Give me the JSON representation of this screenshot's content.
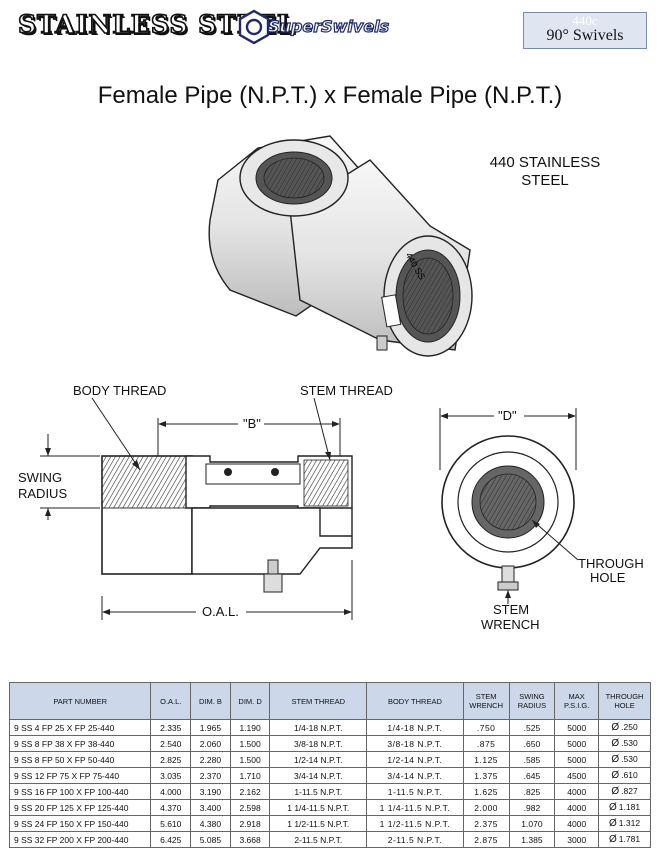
{
  "header": {
    "brand_left": "STAINLESS STEEL",
    "brand_right": "SuperSwivels",
    "series_code": "440c",
    "series_name": "90° Swivels"
  },
  "title": "Female Pipe (N.P.T.) x Female Pipe (N.P.T.)",
  "material": {
    "line1": "440 STAINLESS",
    "line2": "STEEL"
  },
  "diagram_labels": {
    "body_thread": "BODY THREAD",
    "stem_thread": "STEM THREAD",
    "b_dim": "\"B\"",
    "d_dim": "\"D\"",
    "swing_radius_1": "SWING",
    "swing_radius_2": "RADIUS",
    "oal": "O.A.L.",
    "through_hole_1": "THROUGH",
    "through_hole_2": "HOLE",
    "stem_wrench_1": "STEM",
    "stem_wrench_2": "WRENCH",
    "part_marking": "440 SS"
  },
  "table": {
    "headers": [
      "PART NUMBER",
      "O.A.L.",
      "DIM. B",
      "DIM. D",
      "STEM THREAD",
      "BODY THREAD",
      "STEM WRENCH",
      "SWING RADIUS",
      "MAX P.S.I.G.",
      "THROUGH HOLE"
    ],
    "diameter_symbol": "Ø",
    "rows": [
      [
        "9 SS 4 FP 25 X FP 25-440",
        "2.335",
        "1.965",
        "1.190",
        "1/4-18 N.P.T.",
        "1/4-18 N.P.T.",
        ".750",
        ".525",
        "5000",
        ".250"
      ],
      [
        "9 SS 8 FP 38 X FP 38-440",
        "2.540",
        "2.060",
        "1.500",
        "3/8-18 N.P.T.",
        "3/8-18 N.P.T.",
        ".875",
        ".650",
        "5000",
        ".530"
      ],
      [
        "9 SS 8 FP 50 X FP 50-440",
        "2.825",
        "2.280",
        "1.500",
        "1/2-14 N.P.T.",
        "1/2-14 N.P.T.",
        "1.125",
        ".585",
        "5000",
        ".530"
      ],
      [
        "9 SS 12 FP 75 X FP 75-440",
        "3.035",
        "2.370",
        "1.710",
        "3/4-14 N.P.T.",
        "3/4-14 N.P.T.",
        "1.375",
        ".645",
        "4500",
        ".610"
      ],
      [
        "9 SS 16 FP 100 X FP 100-440",
        "4.000",
        "3.190",
        "2.162",
        "1-11.5 N.P.T.",
        "1-11.5 N.P.T.",
        "1.625",
        ".825",
        "4000",
        ".827"
      ],
      [
        "9 SS 20 FP 125 X FP 125-440",
        "4.370",
        "3.400",
        "2.598",
        "1 1/4-11.5 N.P.T.",
        "1 1/4-11.5 N.P.T.",
        "2.000",
        ".982",
        "4000",
        "1.181"
      ],
      [
        "9 SS 24 FP 150 X FP 150-440",
        "5.610",
        "4.380",
        "2.918",
        "1 1/2-11.5 N.P.T.",
        "1 1/2-11.5 N.P.T.",
        "2.375",
        "1.070",
        "4000",
        "1.312"
      ],
      [
        "9 SS 32 FP 200 X FP 200-440",
        "6.425",
        "5.085",
        "3.668",
        "2-11.5 N.P.T.",
        "2-11.5 N.P.T.",
        "2.875",
        "1.385",
        "3000",
        "1.781"
      ]
    ]
  }
}
